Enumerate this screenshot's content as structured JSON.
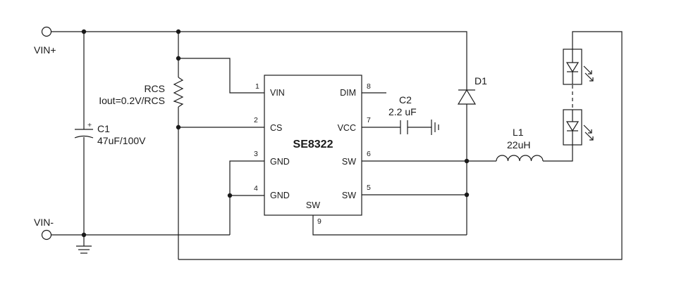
{
  "terminals": {
    "vin_plus": "VIN+",
    "vin_minus": "VIN-"
  },
  "ic": {
    "part": "SE8322",
    "pins": [
      {
        "num": "1",
        "name": "VIN"
      },
      {
        "num": "2",
        "name": "CS"
      },
      {
        "num": "3",
        "name": "GND"
      },
      {
        "num": "4",
        "name": "GND"
      },
      {
        "num": "5",
        "name": "SW"
      },
      {
        "num": "6",
        "name": "SW"
      },
      {
        "num": "7",
        "name": "VCC"
      },
      {
        "num": "8",
        "name": "DIM"
      },
      {
        "num": "9",
        "name": "SW"
      }
    ]
  },
  "components": {
    "rcs": {
      "ref": "RCS",
      "value": "Iout=0.2V/RCS"
    },
    "c1": {
      "ref": "C1",
      "value": "47uF/100V",
      "polarity": "+"
    },
    "c2": {
      "ref": "C2",
      "value": "2.2 uF"
    },
    "d1": {
      "ref": "D1"
    },
    "l1": {
      "ref": "L1",
      "value": "22uH"
    }
  }
}
